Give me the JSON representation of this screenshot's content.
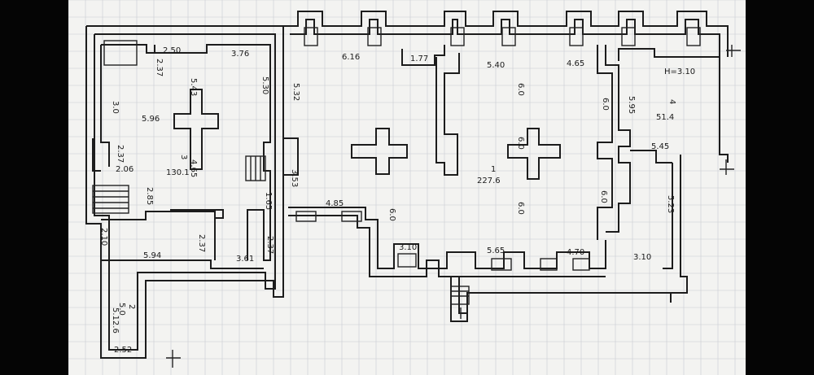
{
  "dimensions": {
    "d_250": "2.50",
    "d_376": "3.76",
    "d_616": "6.16",
    "d_177": "1.77",
    "d_540": "5.40",
    "d_465": "4.65",
    "d_h310": "H=3.10",
    "d_237a": "2.37",
    "d_543": "5.43",
    "d_530": "5.30",
    "d_532": "5.32",
    "d_30": "3.0",
    "d_596": "5.96",
    "d_60a": "6.0",
    "d_60b": "6.0",
    "d_595": "5.95",
    "d_237b": "2.37",
    "d_206": "2.06",
    "d_353": "3.53",
    "d_465b": "4.65",
    "d_545": "5.45",
    "d_285": "2.85",
    "d_485": "4.85",
    "d_60c": "6.0",
    "d_60d": "6.0",
    "d_60e": "6.0",
    "d_60f": "6.0",
    "d_523": "5.23",
    "d_210": "2.10",
    "d_237c": "2.37",
    "d_594": "5.94",
    "d_361": "3.61",
    "d_237d": "2.37",
    "d_310": "3.10",
    "d_565": "5.65",
    "d_470": "4.70",
    "d_310b": "3.10",
    "d_50": "5.0",
    "d_252": "2.52",
    "d_165": "1.65"
  },
  "rooms": {
    "r1_num": "1",
    "r1_area": "227.6",
    "r2_num": "2",
    "r2_area": "5.12.6",
    "r3_num": "3",
    "r3_area": "130.1",
    "r4_num": "4",
    "r4_area": "51.4"
  }
}
